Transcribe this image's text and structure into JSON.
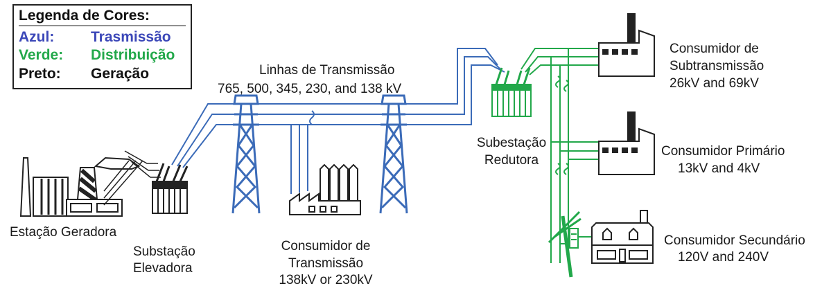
{
  "legend": {
    "title": "Legenda de Cores:",
    "rows": [
      {
        "key": "Azul:",
        "value": "Trasmissão",
        "color": "#3b47b8"
      },
      {
        "key": "Verde:",
        "value": "Distribuição",
        "color": "#22a84a"
      },
      {
        "key": "Preto:",
        "value": "Geração",
        "color": "#111111"
      }
    ]
  },
  "labels": {
    "generating_station": "Estação Geradora",
    "step_up_1": "Substação",
    "step_up_2": "Elevadora",
    "lines_title": "Linhas de Transmissão",
    "lines_voltages": "765, 500, 345, 230, and 138 kV",
    "trans_customer_1": "Consumidor de",
    "trans_customer_2": "Transmissão",
    "trans_customer_3": "138kV or 230kV",
    "step_down_1": "Subestação",
    "step_down_2": "Redutora",
    "subtrans_1": "Consumidor de",
    "subtrans_2": "Subtransmissão",
    "subtrans_3": "26kV and 69kV",
    "primary_1": "Consumidor Primário",
    "primary_2": "13kV and 4kV",
    "secondary_1": "Consumidor Secundário",
    "secondary_2": "120V and 240V"
  },
  "colors": {
    "transmission": "#3b6bb8",
    "distribution": "#22a84a",
    "generation": "#111111"
  }
}
